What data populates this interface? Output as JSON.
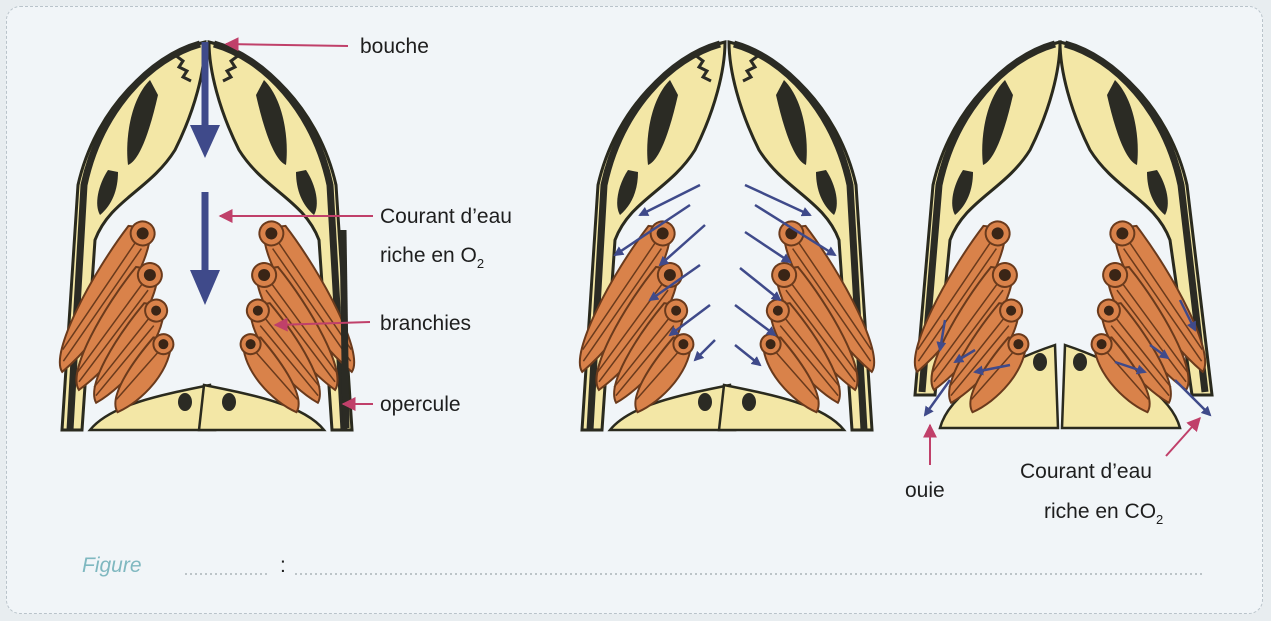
{
  "labels": {
    "bouche": "bouche",
    "courant_o2_line1": "Courant d’eau",
    "courant_o2_line2": "riche en O",
    "o2_sub": "2",
    "branchies": "branchies",
    "opercule": "opercule",
    "ouie": "ouie",
    "courant_co2_line1": "Courant d’eau",
    "courant_co2_line2": "riche en CO",
    "co2_sub": "2"
  },
  "caption": {
    "prefix": "Figure",
    "separator": ":"
  },
  "colors": {
    "bone": "#f3e7a6",
    "outline": "#2a2a1e",
    "dark": "#2b2b24",
    "gill": "#d9824a",
    "gill_line": "#6a3a1c",
    "arrow_blue": "#3f4a8a",
    "pointer": "#c0406a"
  }
}
